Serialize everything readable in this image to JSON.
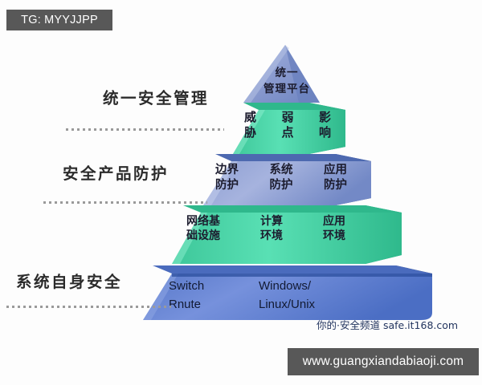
{
  "badges": {
    "tg": "TG: MYYJJPP",
    "site": "www.guangxiandabiaoji.com"
  },
  "side_labels": [
    {
      "text": "统一安全管理"
    },
    {
      "text": "安全产品防护"
    },
    {
      "text": "系统自身安全"
    }
  ],
  "pyramid": {
    "apex": {
      "line1": "统一",
      "line2": "管理平台",
      "color": "#93a3d4"
    },
    "tier2": {
      "color": "#45cfa1",
      "cells": [
        {
          "line1": "威",
          "line2": "胁"
        },
        {
          "line1": "弱",
          "line2": "点"
        },
        {
          "line1": "影",
          "line2": "响"
        }
      ]
    },
    "tier3": {
      "color": "#93a3d4",
      "cells": [
        {
          "line1": "边界",
          "line2": "防护"
        },
        {
          "line1": "系统",
          "line2": "防护"
        },
        {
          "line1": "应用",
          "line2": "防护"
        }
      ]
    },
    "tier4": {
      "color": "#45cfa1",
      "cells": [
        {
          "line1": "网络基",
          "line2": "础设施"
        },
        {
          "line1": "计算",
          "line2": "环境"
        },
        {
          "line1": "应用",
          "line2": "环境"
        }
      ]
    },
    "tier5": {
      "color": "#5d7fd0",
      "cells": [
        {
          "line1": "Switch",
          "line2": "Rnute"
        },
        {
          "line1": "Windows/",
          "line2": "Linux/Unix"
        }
      ]
    }
  },
  "watermark": "你的·安全频道  safe.it168.com",
  "colors": {
    "green": "#45cfa1",
    "green_side": "#1f9e76",
    "periwinkle": "#93a3d4",
    "periwinkle_side": "#3c5ba4",
    "blue": "#5d7fd0",
    "blue_side": "#6e6e6e",
    "badge_bg": "#585858",
    "dotted_line": "#9a9a9a"
  }
}
